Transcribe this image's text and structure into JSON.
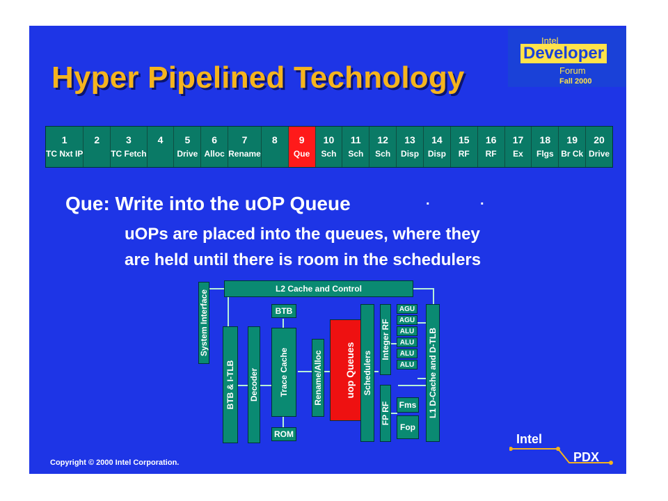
{
  "slide": {
    "title": "Hyper Pipelined Technology",
    "logo": {
      "intel": "Intel",
      "developer": "Developer",
      "forum": "Forum",
      "season": "Fall 2000"
    },
    "pipeline": [
      {
        "num": "1",
        "name": "TC Nxt IP",
        "active": false
      },
      {
        "num": "2",
        "name": "",
        "active": false
      },
      {
        "num": "3",
        "name": "TC Fetch",
        "active": false
      },
      {
        "num": "4",
        "name": "",
        "active": false
      },
      {
        "num": "5",
        "name": "Drive",
        "active": false
      },
      {
        "num": "6",
        "name": "Alloc",
        "active": false
      },
      {
        "num": "7",
        "name": "Rename",
        "active": false
      },
      {
        "num": "8",
        "name": "",
        "active": false
      },
      {
        "num": "9",
        "name": "Que",
        "active": true
      },
      {
        "num": "10",
        "name": "Sch",
        "active": false
      },
      {
        "num": "11",
        "name": "Sch",
        "active": false
      },
      {
        "num": "12",
        "name": "Sch",
        "active": false
      },
      {
        "num": "13",
        "name": "Disp",
        "active": false
      },
      {
        "num": "14",
        "name": "Disp",
        "active": false
      },
      {
        "num": "15",
        "name": "RF",
        "active": false
      },
      {
        "num": "16",
        "name": "RF",
        "active": false
      },
      {
        "num": "17",
        "name": "Ex",
        "active": false
      },
      {
        "num": "18",
        "name": "Flgs",
        "active": false
      },
      {
        "num": "19",
        "name": "Br Ck",
        "active": false
      },
      {
        "num": "20",
        "name": "Drive",
        "active": false
      }
    ],
    "heading": "Que: Write into the uOP Queue",
    "description_line1": "uOPs are placed into the queues, where they",
    "description_line2": "are held until there is room in the schedulers",
    "diagram": {
      "l2": "L2 Cache and Control",
      "system_interface": "System Interface",
      "btb_itlb": "BTB & I-TLB",
      "decoder": "Decoder",
      "btb": "BTB",
      "trace_cache": "Trace Cache",
      "rom": "ROM",
      "rename_alloc": "Rename/Alloc",
      "uop_queues": "uop Queues",
      "schedulers": "Schedulers",
      "integer_rf": "Integer RF",
      "agu1": "AGU",
      "agu2": "AGU",
      "alu1": "ALU",
      "alu2": "ALU",
      "alu3": "ALU",
      "alu4": "ALU",
      "fp_rf": "FP RF",
      "fms": "Fms",
      "fop": "Fop",
      "l1": "L1 D-Cache and D-TLB"
    },
    "copyright": "Copyright © 2000 Intel Corporation.",
    "pdx": {
      "intel": "Intel",
      "pdx": "PDX"
    }
  }
}
